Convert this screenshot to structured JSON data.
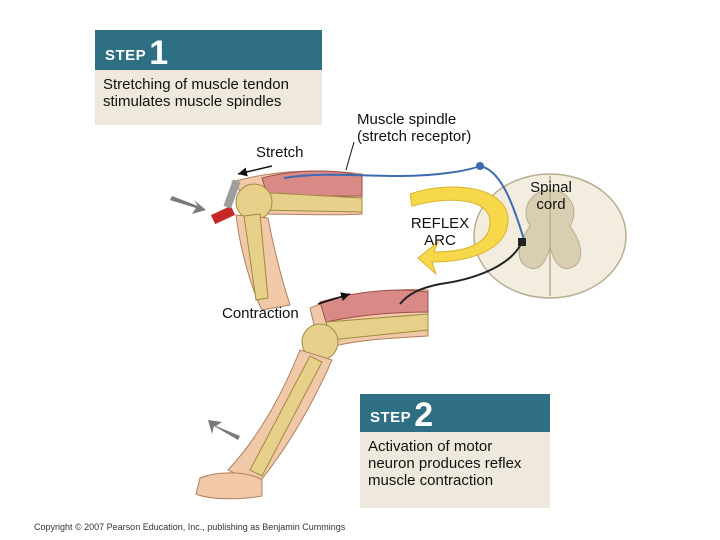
{
  "step1": {
    "word": "STEP",
    "number": "1",
    "text": "Stretching of muscle tendon stimulates muscle spindles"
  },
  "step2": {
    "word": "STEP",
    "number": "2",
    "text": "Activation of motor neuron produces reflex muscle contraction"
  },
  "labels": {
    "muscle_spindle": "Muscle spindle (stretch receptor)",
    "stretch": "Stretch",
    "spinal_cord": "Spinal cord",
    "reflex_arc": "REFLEX ARC",
    "contraction": "Contraction"
  },
  "copyright": "Copyright © 2007 Pearson Education, Inc., publishing as Benjamin Cummings",
  "colors": {
    "step_header": "#2f6f83",
    "step_body": "#eee9dc",
    "bone": "#e6d08a",
    "muscle": "#d98a86",
    "skin": "#f1c9a8",
    "arrow_yellow": "#f6d84a",
    "nerve_blue": "#3d6ab0",
    "spinal_gray": "#f3ede0"
  }
}
